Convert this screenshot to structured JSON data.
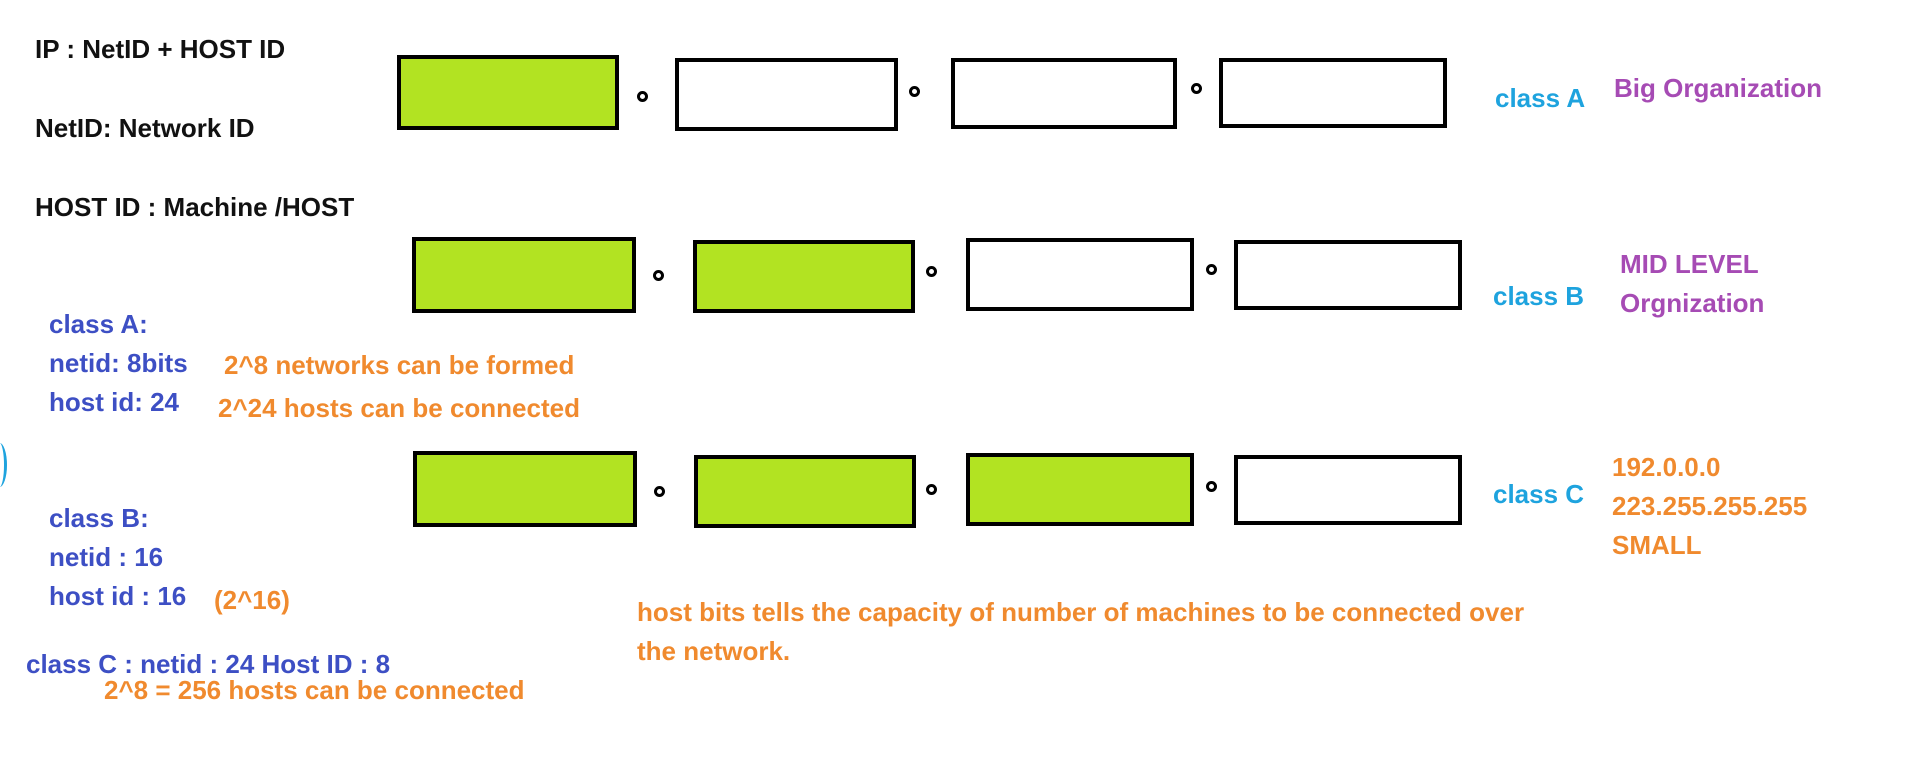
{
  "definitions": {
    "ip": "IP : NetID + HOST ID",
    "netid": "NetID: Network ID",
    "hostid": "HOST ID : Machine /HOST"
  },
  "class_a_notes": {
    "title": "class A:",
    "netid": "netid: 8bits",
    "hostid": "host id: 24",
    "networks": "2^8 networks can be formed",
    "hosts": "2^24 hosts can be connected"
  },
  "class_b_notes": {
    "title": "class B:",
    "netid": "netid : 16",
    "hostid": "host id : 16",
    "hosts": "(2^16)"
  },
  "class_c_notes": {
    "line": "class C : netid : 24  Host ID : 8",
    "hosts": "2^8 = 256 hosts can be connected"
  },
  "rows": [
    {
      "label": "class A",
      "desc": [
        "Big Organization"
      ],
      "desc_color": "#a64bb4",
      "net_octets": 1
    },
    {
      "label": "class B",
      "desc": [
        "MID LEVEL",
        "Orgnization"
      ],
      "desc_color": "#a64bb4",
      "net_octets": 2
    },
    {
      "label": "class C",
      "desc": [
        "192.0.0.0",
        "223.255.255.255",
        "SMALL"
      ],
      "desc_color": "#f08a2e",
      "net_octets": 3
    }
  ],
  "host_bits_note": [
    "host bits tells the capacity of number of machines to be connected over",
    "the network."
  ],
  "colors": {
    "net_fill": "#b2e322",
    "host_fill": "#ffffff",
    "label": "#1ea3de",
    "notes": "#3d4fc4",
    "highlight": "#f08a2e"
  }
}
